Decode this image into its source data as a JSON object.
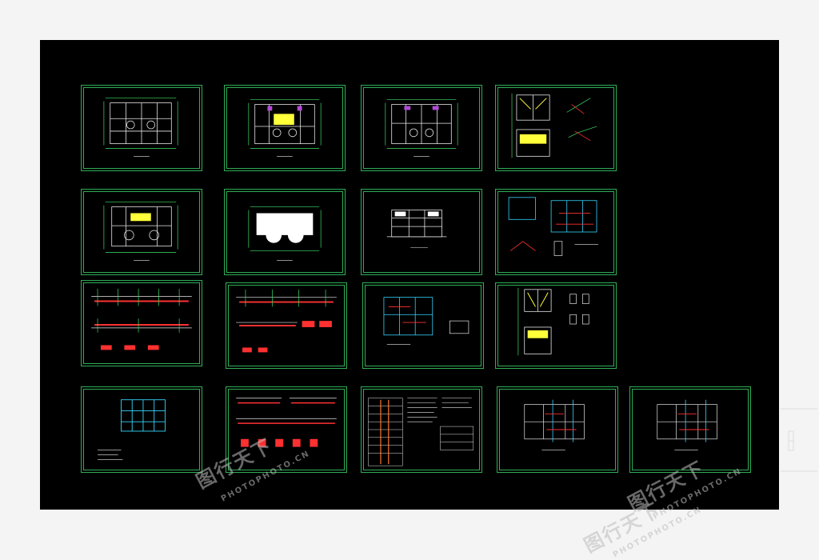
{
  "sheets": [
    {
      "id": "s1",
      "kind": "floorplan",
      "row": 1
    },
    {
      "id": "s2",
      "kind": "floorplan-yellow",
      "row": 1
    },
    {
      "id": "s3",
      "kind": "floorplan-violet",
      "row": 1
    },
    {
      "id": "s4",
      "kind": "stair-details",
      "row": 1
    },
    {
      "id": "s5",
      "kind": "floorplan-small",
      "row": 2
    },
    {
      "id": "s6",
      "kind": "roofplan",
      "row": 2
    },
    {
      "id": "s7",
      "kind": "elevation",
      "row": 2
    },
    {
      "id": "s8",
      "kind": "section-details",
      "row": 2
    },
    {
      "id": "s9",
      "kind": "beam-details",
      "row": 3
    },
    {
      "id": "s10",
      "kind": "beam-details-2",
      "row": 3
    },
    {
      "id": "s11",
      "kind": "structural-plan",
      "row": 3
    },
    {
      "id": "s12",
      "kind": "stair-details-2",
      "row": 3
    },
    {
      "id": "s13",
      "kind": "foundation-plan",
      "row": 4
    },
    {
      "id": "s14",
      "kind": "beam-sections",
      "row": 4
    },
    {
      "id": "s15",
      "kind": "notes-table",
      "row": 4
    },
    {
      "id": "s16",
      "kind": "structural-plan-2",
      "row": 4
    },
    {
      "id": "s17",
      "kind": "structural-plan-3",
      "row": 4
    }
  ],
  "colors": {
    "background": "#000000",
    "frame": "#2fae57",
    "line_white": "#e8e8e8",
    "line_green": "#3fe06a",
    "line_red": "#ff3030",
    "line_cyan": "#35d8ff",
    "fill_yellow": "#ffff3a",
    "fill_violet": "#b14ad6"
  },
  "watermark": {
    "site_glyphs": "图行天下",
    "site_text": "PHOTOPHOTO.CN"
  }
}
